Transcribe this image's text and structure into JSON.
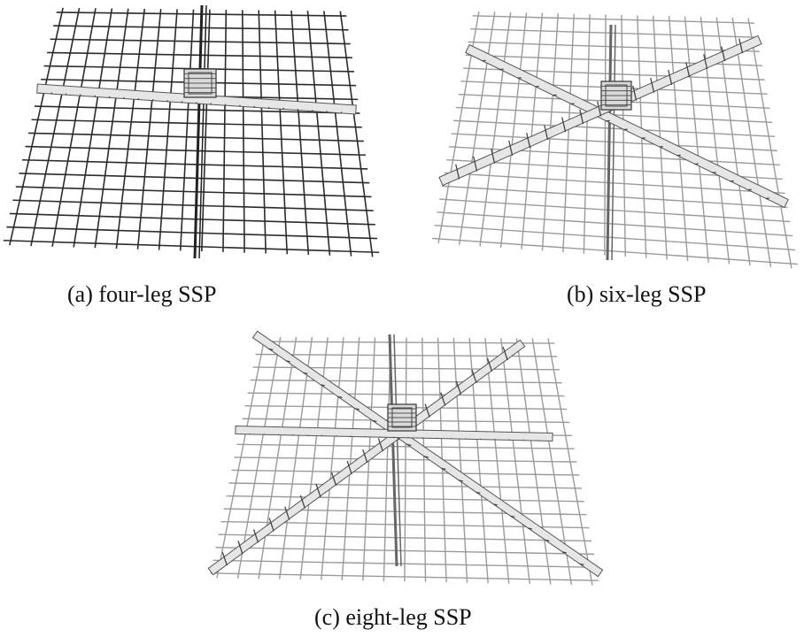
{
  "figure": {
    "panels": [
      {
        "id": "a",
        "caption": "(a) four-leg SSP",
        "legs": 4
      },
      {
        "id": "b",
        "caption": "(b) six-leg SSP",
        "legs": 6
      },
      {
        "id": "c",
        "caption": "(c) eight-leg SSP",
        "legs": 8
      }
    ]
  },
  "colors": {
    "grid_dark": "#2b2b2b",
    "grid_light": "#9a9a9a",
    "beam_fill": "#e6e6e6",
    "beam_stroke": "#555555",
    "core": "#6e6e6e"
  }
}
